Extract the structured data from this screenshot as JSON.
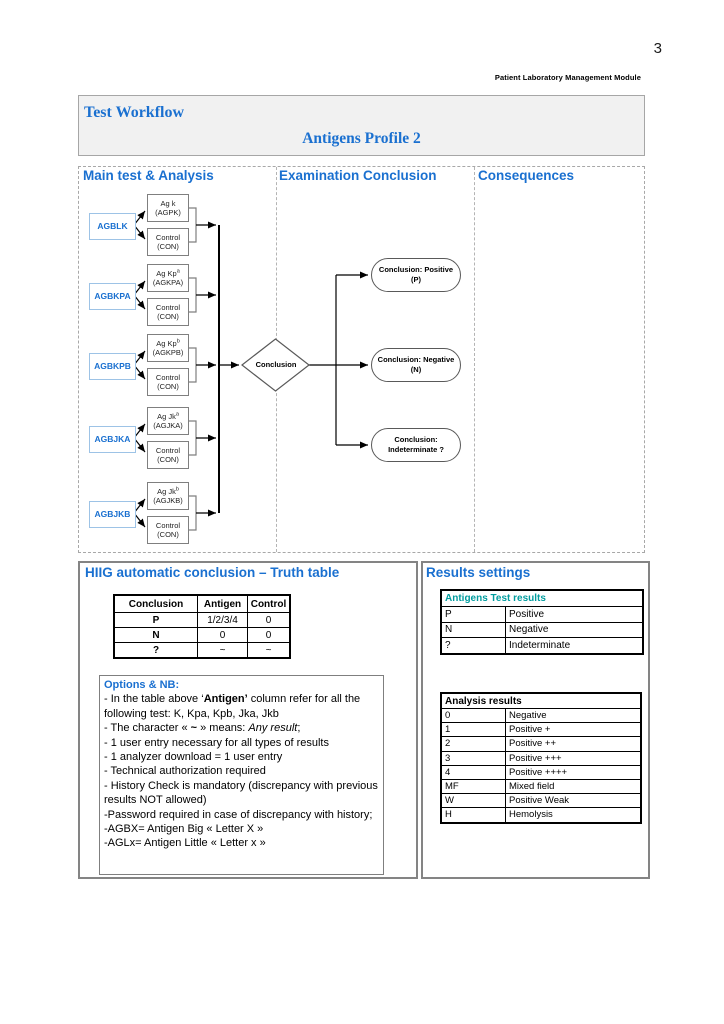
{
  "page": {
    "number": "3",
    "module_label": "Patient Laboratory Management Module"
  },
  "header": {
    "title": "Test Workflow",
    "subtitle": "Antigens Profile 2"
  },
  "colors": {
    "accent_blue": "#1a70d0",
    "teal": "#009c9e",
    "box_border_gray": "#7f7f7f",
    "light_blue_border": "#9dc3e6"
  },
  "flow": {
    "columns": [
      {
        "label": "Main test & Analysis"
      },
      {
        "label": "Examination Conclusion"
      },
      {
        "label": "Consequences"
      }
    ],
    "groups": [
      {
        "code": "AGBLK",
        "test": {
          "line1": "Ag k",
          "sup": "",
          "line2": "(AGPK)"
        },
        "control": {
          "line1": "Control",
          "line2": "(CON)"
        }
      },
      {
        "code": "AGBKPA",
        "test": {
          "line1": "Ag Kp",
          "sup": "a",
          "line2": "(AGKPA)"
        },
        "control": {
          "line1": "Control",
          "line2": "(CON)"
        }
      },
      {
        "code": "AGBKPB",
        "test": {
          "line1": "Ag Kp",
          "sup": "b",
          "line2": "(AGKPB)"
        },
        "control": {
          "line1": "Control",
          "line2": "(CON)"
        }
      },
      {
        "code": "AGBJKA",
        "test": {
          "line1": "Ag Jk",
          "sup": "a",
          "line2": "(AGJKA)"
        },
        "control": {
          "line1": "Control",
          "line2": "(CON)"
        }
      },
      {
        "code": "AGBJKB",
        "test": {
          "line1": "Ag Jk",
          "sup": "b",
          "line2": "(AGJKB)"
        },
        "control": {
          "line1": "Control",
          "line2": "(CON)"
        }
      }
    ],
    "decision": {
      "label": "Conclusion"
    },
    "outcomes": [
      {
        "line1": "Conclusion: Positive",
        "line2": "(P)"
      },
      {
        "line1": "Conclusion: Negative",
        "line2": "(N)"
      },
      {
        "line1": "Conclusion:",
        "line2": "Indeterminate ?"
      }
    ]
  },
  "truth_section": {
    "title": "HIIG automatic conclusion – Truth table",
    "table": {
      "headers": [
        "Conclusion",
        "Antigen",
        "Control"
      ],
      "rows": [
        [
          "P",
          "1/2/3/4",
          "0"
        ],
        [
          "N",
          "0",
          "0"
        ],
        [
          "?",
          "~",
          "~"
        ]
      ]
    },
    "options": {
      "title": "Options & NB:",
      "lines": [
        [
          {
            "t": "- In the table above ‘"
          },
          {
            "t": "Antigen’",
            "b": true
          },
          {
            "t": " column refer for all the following test: K, Kpa, Kpb, Jka, Jkb"
          }
        ],
        [
          {
            "t": "- The character « "
          },
          {
            "t": "~",
            "b": true
          },
          {
            "t": " » means: "
          },
          {
            "t": "Any result",
            "i": true
          },
          {
            "t": ";"
          }
        ],
        [
          {
            "t": "- 1 user entry necessary for all types of results"
          }
        ],
        [
          {
            "t": "- 1 analyzer download = 1 user entry"
          }
        ],
        [
          {
            "t": "- Technical authorization required"
          }
        ],
        [
          {
            "t": "- History Check is mandatory (discrepancy with previous results NOT allowed)"
          }
        ],
        [
          {
            "t": "-Password required in case of discrepancy with history;"
          }
        ],
        [
          {
            "t": "-AGBX= Antigen Big « Letter X »"
          }
        ],
        [
          {
            "t": "-AGLx= Antigen Little « Letter x »"
          }
        ]
      ]
    }
  },
  "results_section": {
    "title": "Results settings",
    "antigens_table": {
      "header": "Antigens Test results",
      "rows": [
        [
          "P",
          "Positive"
        ],
        [
          "N",
          "Negative"
        ],
        [
          "?",
          "Indeterminate"
        ]
      ]
    },
    "analysis_table": {
      "header": "Analysis results",
      "rows": [
        [
          "0",
          "Negative"
        ],
        [
          "1",
          "Positive +"
        ],
        [
          "2",
          "Positive ++"
        ],
        [
          "3",
          "Positive +++"
        ],
        [
          "4",
          "Positive ++++"
        ],
        [
          "MF",
          "Mixed field"
        ],
        [
          "W",
          "Positive Weak"
        ],
        [
          "H",
          "Hemolysis"
        ]
      ]
    }
  }
}
